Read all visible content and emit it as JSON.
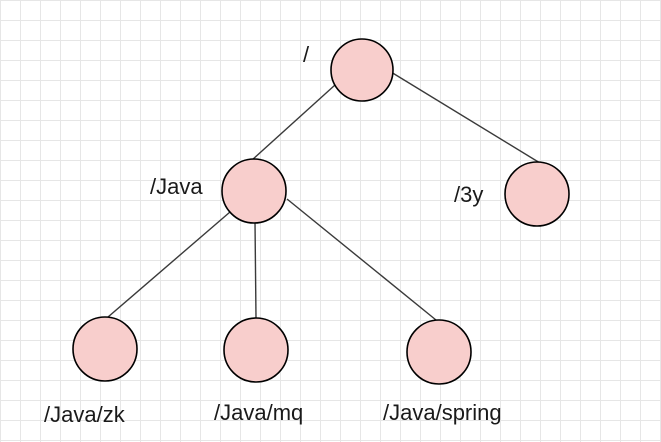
{
  "diagram": {
    "type": "tree",
    "colors": {
      "node_fill": "#f8cecc",
      "node_stroke": "#000000",
      "edge": "#3a3a3a",
      "label": "#1a1a1a",
      "grid": "#e6e6e6"
    },
    "nodes": [
      {
        "id": "root",
        "label": "/"
      },
      {
        "id": "java",
        "label": "/Java"
      },
      {
        "id": "3y",
        "label": "/3y"
      },
      {
        "id": "zk",
        "label": "/Java/zk"
      },
      {
        "id": "mq",
        "label": "/Java/mq"
      },
      {
        "id": "spring",
        "label": "/Java/spring"
      }
    ],
    "edges": [
      {
        "from": "root",
        "to": "java"
      },
      {
        "from": "root",
        "to": "3y"
      },
      {
        "from": "java",
        "to": "zk"
      },
      {
        "from": "java",
        "to": "mq"
      },
      {
        "from": "java",
        "to": "spring"
      }
    ]
  }
}
